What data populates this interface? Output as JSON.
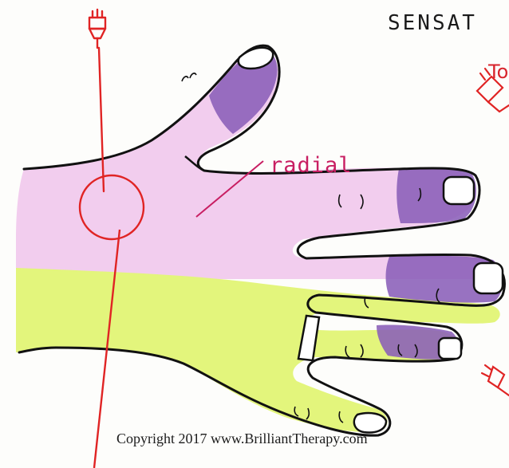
{
  "title": "SENSAT",
  "subtitle": "To",
  "labels": {
    "radial": "radial"
  },
  "copyright": "Copyright 2017 www.BrilliantTherapy.com",
  "colors": {
    "radial_zone": "#f2c8ec",
    "dorsal_zone": "#ecc6ea",
    "ulnar_zone": "#e3f57a",
    "nail_purple": "#8a5fb8",
    "outline": "#111111",
    "monofilament_red": "#e02424",
    "radial_label": "#c81e62"
  },
  "icons": [
    "monofilament-icon",
    "test-circle-icon"
  ]
}
